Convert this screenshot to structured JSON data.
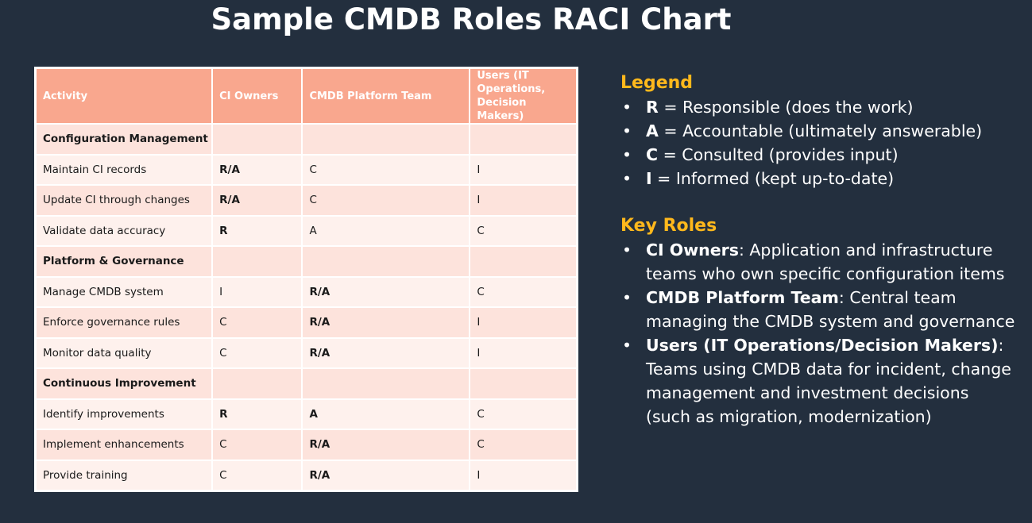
{
  "title": "Sample CMDB Roles RACI Chart",
  "table": {
    "headers": [
      "Activity",
      "CI Owners",
      "CMDB Platform Team",
      "Users (IT Operations, Decision Makers)"
    ],
    "rows": [
      {
        "section": true,
        "cells": [
          "Configuration Management",
          "",
          "",
          ""
        ]
      },
      {
        "section": false,
        "cells": [
          "Maintain CI records",
          "R/A",
          "C",
          "I"
        ]
      },
      {
        "section": false,
        "cells": [
          "Update CI through changes",
          "R/A",
          "C",
          "I"
        ]
      },
      {
        "section": false,
        "cells": [
          "Validate data accuracy",
          "R",
          "A",
          "C"
        ]
      },
      {
        "section": true,
        "cells": [
          "Platform & Governance",
          "",
          "",
          ""
        ]
      },
      {
        "section": false,
        "cells": [
          "Manage CMDB system",
          "I",
          "R/A",
          "C"
        ]
      },
      {
        "section": false,
        "cells": [
          "Enforce governance rules",
          "C",
          "R/A",
          "I"
        ]
      },
      {
        "section": false,
        "cells": [
          "Monitor data quality",
          "C",
          "R/A",
          "I"
        ]
      },
      {
        "section": true,
        "cells": [
          "Continuous Improvement",
          "",
          "",
          ""
        ]
      },
      {
        "section": false,
        "cells": [
          "Identify improvements",
          "R",
          "A",
          "C"
        ]
      },
      {
        "section": false,
        "cells": [
          "Implement enhancements",
          "C",
          "R/A",
          "C"
        ]
      },
      {
        "section": false,
        "cells": [
          "Provide training",
          "C",
          "R/A",
          "I"
        ]
      }
    ],
    "bold_cells": [
      [
        1,
        1
      ],
      [
        2,
        1
      ],
      [
        3,
        1
      ],
      [
        5,
        2
      ],
      [
        6,
        2
      ],
      [
        7,
        2
      ],
      [
        9,
        1
      ],
      [
        9,
        2
      ],
      [
        10,
        2
      ],
      [
        11,
        2
      ]
    ]
  },
  "legend": {
    "heading": "Legend",
    "items": [
      {
        "key": "R",
        "text": " = Responsible (does the work)"
      },
      {
        "key": "A",
        "text": " = Accountable (ultimately answerable)"
      },
      {
        "key": "C",
        "text": " = Consulted (provides input)"
      },
      {
        "key": "I",
        "text": " = Informed (kept up-to-date)"
      }
    ]
  },
  "key_roles": {
    "heading": "Key Roles",
    "items": [
      {
        "key": "CI Owners",
        "text": ": Application and infrastructure teams who own specific configuration items"
      },
      {
        "key": "CMDB Platform Team",
        "text": ": Central team managing the CMDB system and governance"
      },
      {
        "key": "Users (IT Operations/Decision Makers)",
        "text": ": Teams using CMDB data for incident, change management and investment decisions (such as migration, modernization)"
      }
    ]
  },
  "bullet_char": "•",
  "colors": {
    "background": "#232f3e",
    "header": "#f9a78e",
    "row_odd": "#fde3dc",
    "row_even": "#fef1ed",
    "accent": "#ffb81c"
  }
}
